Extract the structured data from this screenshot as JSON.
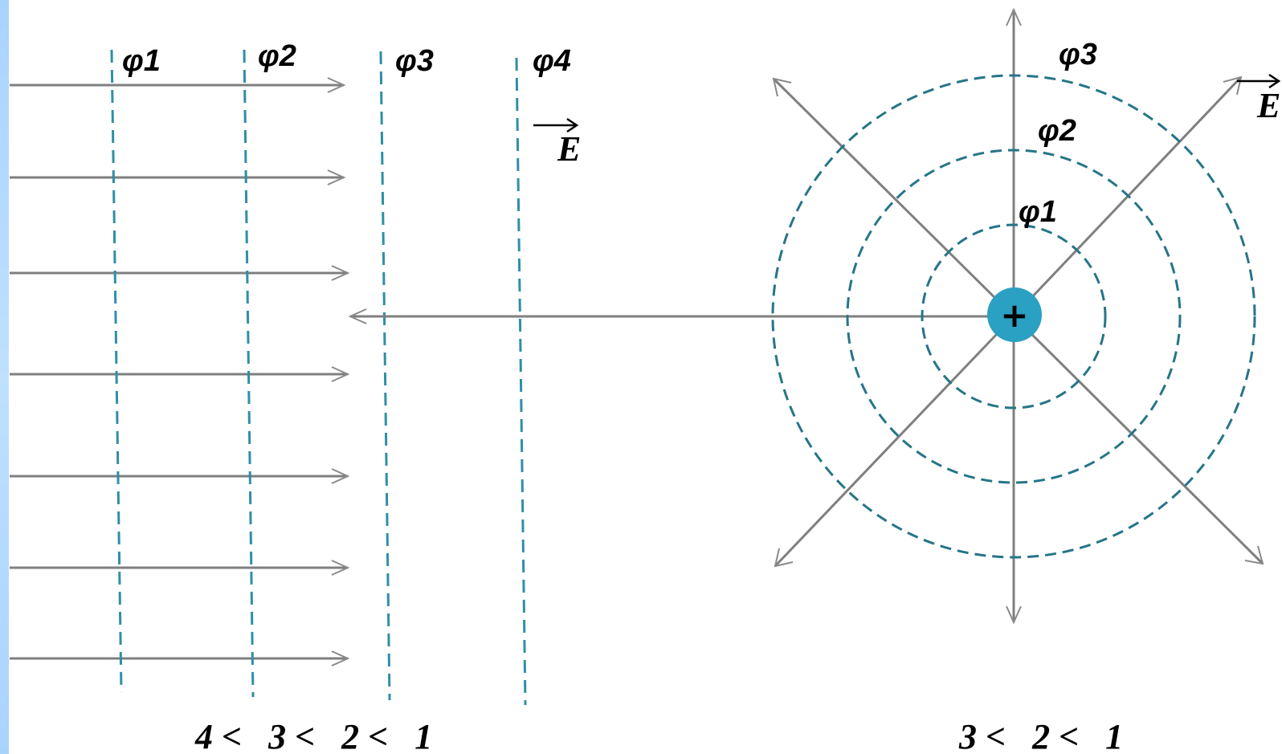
{
  "uniform_field": {
    "equipotentials": [
      "φ1",
      "φ2",
      "φ3",
      "φ4"
    ],
    "field_label": "E",
    "inequality": "4 <   3 <   2 <   1"
  },
  "point_charge": {
    "charge_symbol": "+",
    "equipotentials": [
      "φ1",
      "φ2",
      "φ3"
    ],
    "field_label": "E",
    "inequality": "3 <   2 <   1"
  },
  "colors": {
    "field_line": "#7f7f7f",
    "equipotential": "#2f8fa6",
    "charge_fill": "#2aa0c2",
    "side_strip": "#a9d3ff"
  }
}
